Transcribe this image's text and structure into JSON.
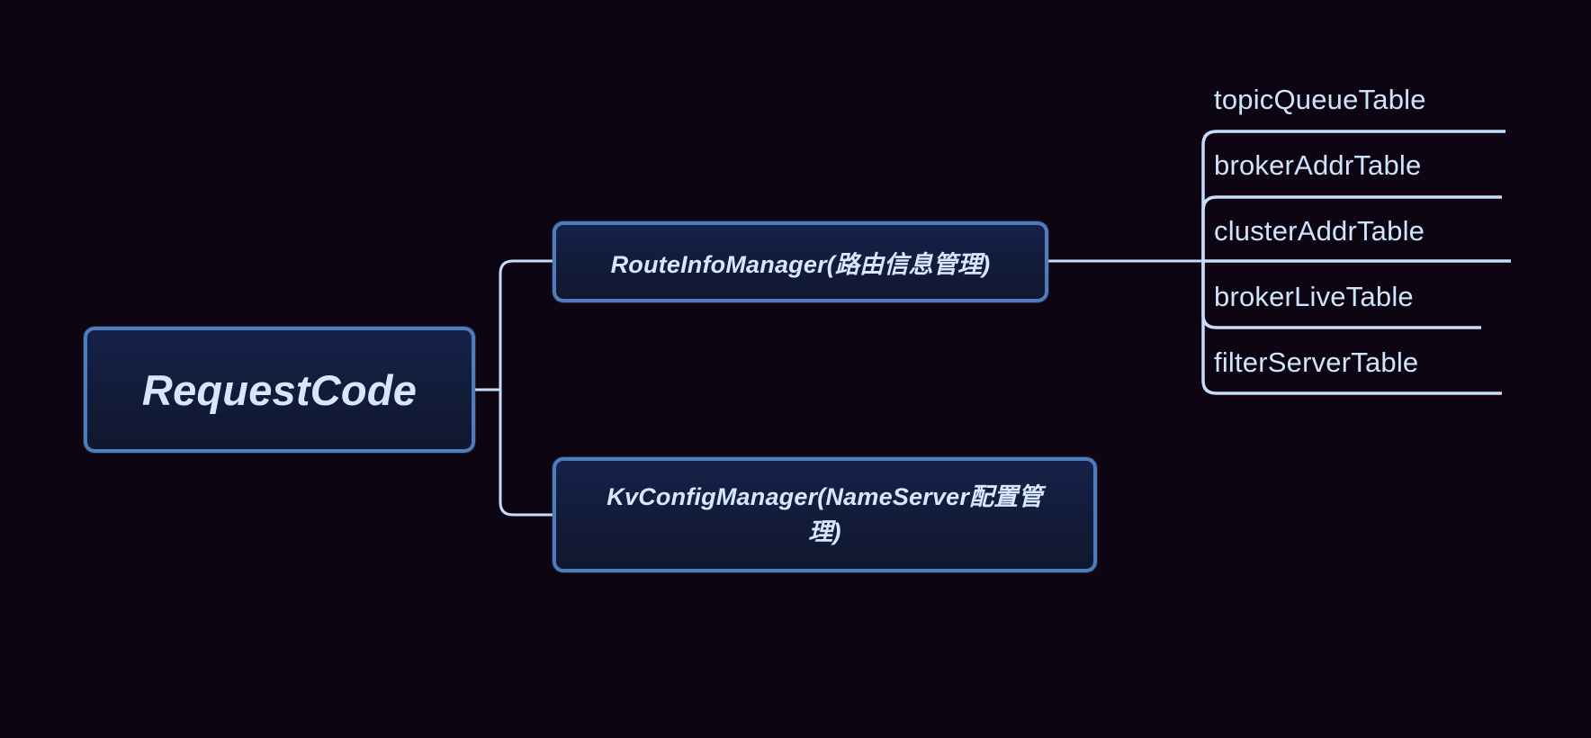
{
  "diagram": {
    "type": "mindmap",
    "title": "RequestCode",
    "background_color": "#0d0612",
    "node_fill_color": "#141f3f",
    "node_border_color": "#4f7cba",
    "text_color": "#d5e6fd",
    "link_color": "#c6dcfb",
    "root": {
      "label": "RequestCode"
    },
    "children": [
      {
        "label": "RouteInfoManager(路由信息管理)",
        "leaves": [
          {
            "label": "topicQueueTable"
          },
          {
            "label": "brokerAddrTable"
          },
          {
            "label": "clusterAddrTable"
          },
          {
            "label": "brokerLiveTable"
          },
          {
            "label": "filterServerTable"
          }
        ]
      },
      {
        "label_line1": "KvConfigManager(NameServer配置管",
        "label_line2": "理)",
        "label": "KvConfigManager(NameServer配置管理)",
        "leaves": []
      }
    ]
  }
}
